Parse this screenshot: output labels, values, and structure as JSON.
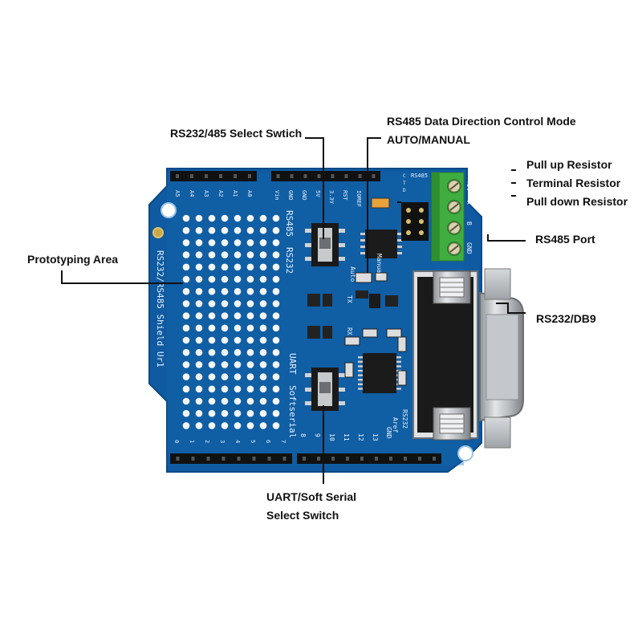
{
  "callouts": {
    "select_switch": "RS232/485 Select Swtich",
    "direction_line1": "RS485 Data Direction Control Mode",
    "direction_line2": "AUTO/MANUAL",
    "pull_up": "Pull up Resistor",
    "terminal": "Terminal Resistor",
    "pull_down": "Pull down Resistor",
    "rs485_port": "RS485 Port",
    "prototyping": "Prototyping Area",
    "rs232_db9": "RS232/DB9",
    "uart_line1": "UART/Soft Serial",
    "uart_line2": "Select Switch"
  },
  "board": {
    "title_vertical": "RS232/RS485 Shield Ur1",
    "rs485": "RS485",
    "rs232": "RS232",
    "uart": "UART",
    "softserial": "Softserial",
    "auto": "Auto",
    "manual": "Manual",
    "tx": "TX",
    "rx": "RX",
    "aref": "Aref",
    "gnd": "GND",
    "rs232_small": "RS232",
    "rs485_small": "RS485",
    "terminal_pins": [
      "+5V",
      "A",
      "B",
      "GND"
    ],
    "header_analog": [
      "A5",
      "A4",
      "A3",
      "A2",
      "A1",
      "A0"
    ],
    "header_power": [
      "Vin",
      "GND",
      "GND",
      "5V",
      "3.3V",
      "RST",
      "IOREF"
    ],
    "header_digital": [
      "0",
      "1",
      "2",
      "3",
      "4",
      "5",
      "6",
      "7",
      "8",
      "9",
      "10",
      "11",
      "12",
      "13"
    ],
    "jumper_labels": [
      "C",
      "T",
      "D"
    ]
  },
  "colors": {
    "pcb": "#0f5aa0",
    "terminal": "#3fae3f",
    "header": "#111111",
    "connector": "#b9bcc0"
  }
}
